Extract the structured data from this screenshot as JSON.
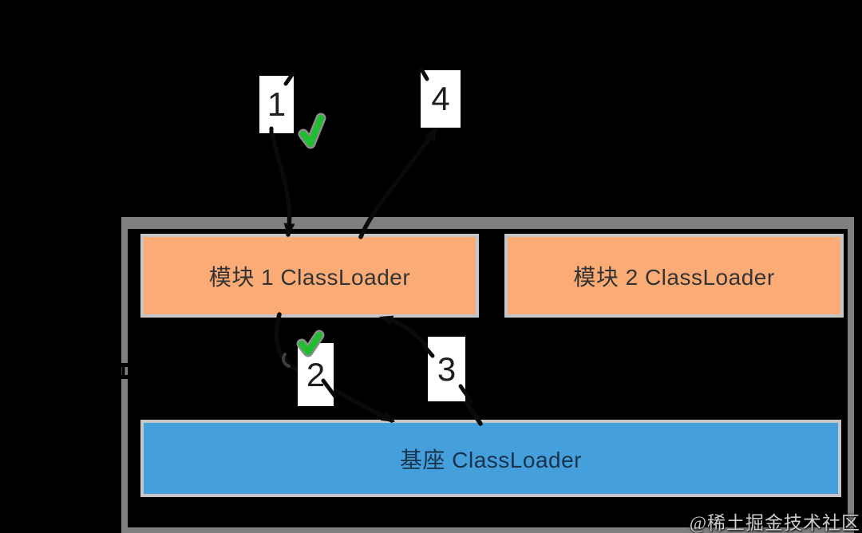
{
  "diagram": {
    "boxes": {
      "module1_label": "模块 1 ClassLoader",
      "module2_label": "模块 2 ClassLoader",
      "base_label": "基座 ClassLoader"
    },
    "steps": {
      "s1": "1",
      "s2": "2",
      "s3": "3",
      "s4": "4"
    },
    "icons": {
      "step1_check": "check-icon",
      "step2_check": "check-icon"
    },
    "watermark": "@稀土掘金技术社区",
    "colors": {
      "background": "#000000",
      "container_border": "#7f7f7f",
      "module_fill": "#fbac76",
      "base_fill": "#459fdb",
      "box_stroke": "#c6c6c6",
      "check_green": "#1fbd2f",
      "arrow": "#0a0a0a",
      "watermark_text": "#cdcdcd"
    }
  }
}
